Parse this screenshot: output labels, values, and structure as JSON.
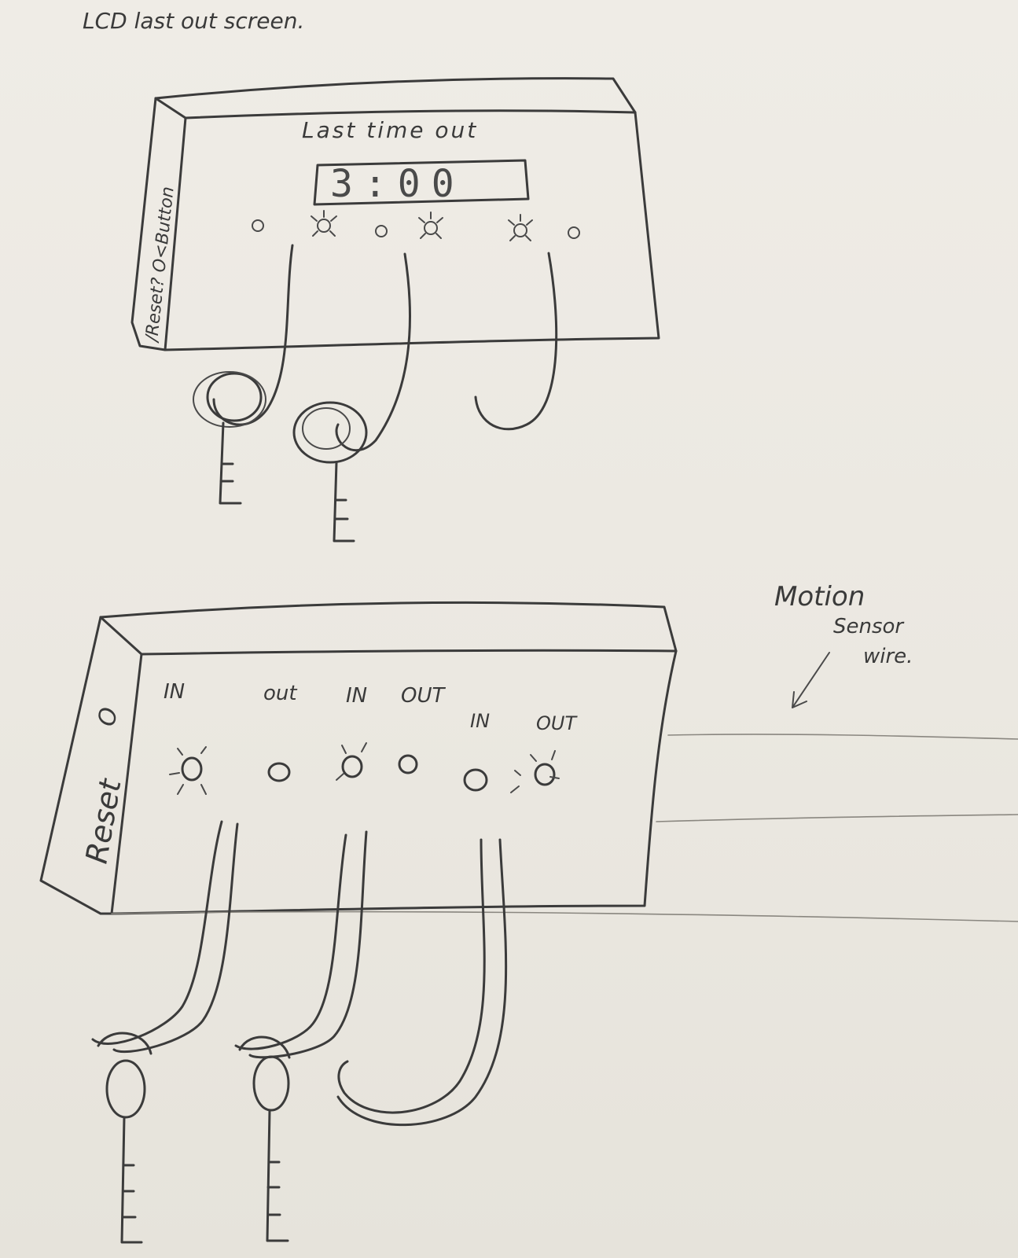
{
  "heading": "LCD  last out screen.",
  "lcd_panel": {
    "title": "Last time out",
    "display_value": "3:00",
    "side_label": "/Reset? O<Button"
  },
  "base_panel": {
    "side_label": "Reset",
    "side_button": "O",
    "label_in_1": "IN",
    "label_out_1": "out",
    "label_in_2": "IN",
    "label_out_2": "OUT",
    "label_in_3": "IN",
    "label_out_3": "OUT"
  },
  "annotation": {
    "line1": "Motion",
    "line2": "Sensor",
    "line3": "wire."
  }
}
